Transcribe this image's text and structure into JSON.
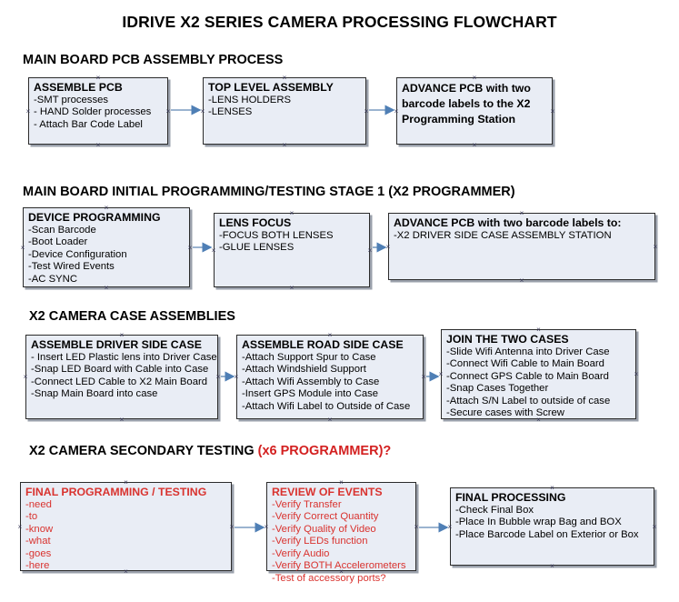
{
  "document": {
    "title": "IDRIVE X2  SERIES CAMERA PROCESSING FLOWCHART"
  },
  "sections": [
    {
      "id": "main-board-pcb-assembly",
      "heading": "MAIN BOARD PCB ASSEMBLY PROCESS",
      "heading_accent": "",
      "nodes": [
        {
          "id": "assemble-pcb",
          "title": "ASSEMBLE PCB",
          "lines": [
            "-SMT processes",
            "- HAND Solder processes",
            "- Attach Bar Code Label"
          ],
          "color": "black"
        },
        {
          "id": "top-level-assembly",
          "title": "TOP LEVEL ASSEMBLY",
          "lines": [
            "-LENS HOLDERS",
            "-LENSES"
          ],
          "color": "black"
        },
        {
          "id": "advance-pcb-programming-station",
          "title": "ADVANCE PCB with two barcode labels to the  X2 Programming Station",
          "lines": [],
          "color": "black"
        }
      ]
    },
    {
      "id": "main-board-initial-programming",
      "heading": "MAIN BOARD INITIAL PROGRAMMING/TESTING STAGE 1 (X2 PROGRAMMER)",
      "heading_accent": "",
      "nodes": [
        {
          "id": "device-programming",
          "title": "DEVICE PROGRAMMING",
          "lines": [
            "-Scan Barcode",
            "-Boot Loader",
            "-Device Configuration",
            "-Test Wired Events",
            "-AC SYNC"
          ],
          "color": "black"
        },
        {
          "id": "lens-focus",
          "title": "LENS FOCUS",
          "lines": [
            "-FOCUS BOTH LENSES",
            "-GLUE LENSES"
          ],
          "color": "black"
        },
        {
          "id": "advance-pcb-driver-side-station",
          "title": "ADVANCE PCB with two barcode labels to:",
          "lines": [
            "-X2 DRIVER  SIDE  CASE  ASSEMBLY STATION"
          ],
          "color": "black"
        }
      ]
    },
    {
      "id": "x2-camera-case-assemblies",
      "heading": "X2 CAMERA CASE ASSEMBLIES",
      "heading_accent": "",
      "nodes": [
        {
          "id": "assemble-driver-side-case",
          "title": "ASSEMBLE DRIVER SIDE CASE",
          "lines": [
            "- Insert LED Plastic lens into Driver Case",
            "-Snap LED Board with Cable into Case",
            "-Connect LED Cable to X2 Main Board",
            "-Snap Main Board into case"
          ],
          "color": "black"
        },
        {
          "id": "assemble-road-side-case",
          "title": "ASSEMBLE ROAD SIDE CASE",
          "lines": [
            "-Attach Support Spur to Case",
            "-Attach Windshield Support",
            "-Attach Wifi Assembly to Case",
            "-Insert GPS Module into Case",
            "-Attach Wifi Label to Outside of Case"
          ],
          "color": "black"
        },
        {
          "id": "join-the-two-cases",
          "title": "JOIN THE TWO CASES",
          "lines": [
            "-Slide Wifi Antenna into Driver Case",
            "-Connect Wifi Cable to Main Board",
            "-Connect GPS Cable to Main Board",
            "-Snap Cases Together",
            "-Attach S/N Label to outside of case",
            "-Secure cases with Screw"
          ],
          "color": "black"
        }
      ]
    },
    {
      "id": "x2-camera-secondary-testing",
      "heading": "X2 CAMERA SECONDARY TESTING ",
      "heading_accent": "(x6 PROGRAMMER)?",
      "nodes": [
        {
          "id": "final-programming-testing",
          "title": "FINAL PROGRAMMING / TESTING",
          "lines": [
            "-need",
            "-to",
            "-know",
            "-what",
            "-goes",
            "-here"
          ],
          "color": "red"
        },
        {
          "id": "review-of-events",
          "title": "REVIEW OF EVENTS",
          "lines": [
            "-Verify Transfer",
            "-Verify Correct Quantity",
            "-Verify Quality of Video",
            "-Verify LEDs function",
            "-Verify Audio",
            "-Verify BOTH Accelerometers",
            "-Test of accessory ports?"
          ],
          "color": "red"
        },
        {
          "id": "final-processing",
          "title": "FINAL PROCESSING",
          "lines": [
            "-Check Final Box",
            "-Place In Bubble wrap Bag and BOX",
            "-Place Barcode Label on Exterior or Box"
          ],
          "color": "black"
        }
      ]
    }
  ],
  "style": {
    "node_fill": "#e9edf5",
    "node_border": "#2b2b2b",
    "node_shadow": "#9aa0ab",
    "arrow_color": "#7a9cc0",
    "accent_red": "#d9332f",
    "text_black": "#000000"
  }
}
